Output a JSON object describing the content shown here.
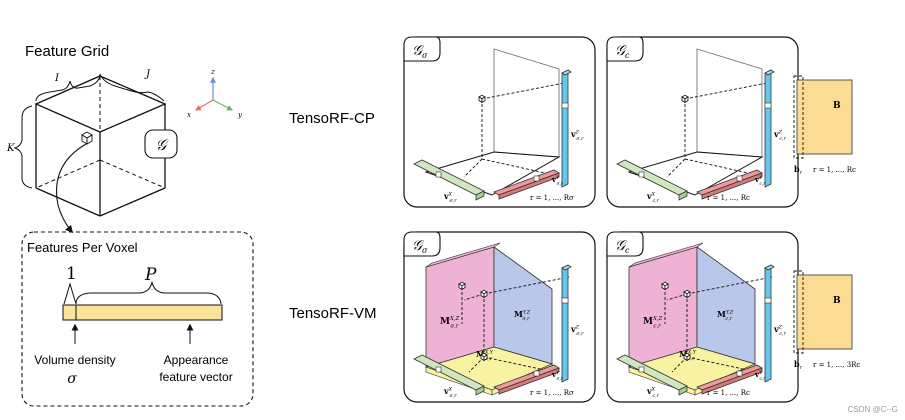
{
  "feature_grid": {
    "title": "Feature Grid",
    "dim_i": "I",
    "dim_j": "J",
    "dim_k": "K",
    "grid_symbol": "𝒢",
    "axes": {
      "z": "z",
      "x": "x",
      "y": "y"
    }
  },
  "voxel_panel": {
    "title": "Features Per Voxel",
    "label_one": "1",
    "label_p": "P",
    "density_label": "Volume density",
    "density_symbol": "σ",
    "appearance_label_1": "Appearance",
    "appearance_label_2": "feature vector"
  },
  "rows": {
    "cp": "TensoRF-CP",
    "vm": "TensoRF-VM"
  },
  "panels": {
    "cp_sigma": {
      "symbol": "𝒢",
      "sub": "σ",
      "vec_z": "v",
      "vec_z_sup": "Z",
      "vec_z_sub": "σ,r",
      "vec_x": "v",
      "vec_x_sup": "X",
      "vec_x_sub": "σ,r",
      "vec_y": "v",
      "vec_y_sup": "Y",
      "vec_y_sub": "σ,r",
      "range": "r = 1, ..., Rσ"
    },
    "cp_c": {
      "symbol": "𝒢",
      "sub": "c",
      "vec_z": "v",
      "vec_z_sup": "Z",
      "vec_z_sub": "c,r",
      "vec_x": "v",
      "vec_x_sup": "X",
      "vec_x_sub": "c,r",
      "vec_y": "v",
      "vec_y_sup": "Y",
      "vec_y_sub": "c,r",
      "range": "r = 1, ..., Rc",
      "matrix": "B",
      "b_label": "b",
      "b_sub": "r",
      "b_range": "r = 1, ..., Rc"
    },
    "vm_sigma": {
      "symbol": "𝒢",
      "sub": "σ",
      "mat_xz": "M",
      "mat_xz_sup": "X,Z",
      "mat_xz_sub": "σ,r",
      "mat_yz": "M",
      "mat_yz_sup": "Y,Z",
      "mat_yz_sub": "σ,r",
      "mat_xy": "M",
      "mat_xy_sup": "X,Y",
      "mat_xy_sub": "σ,r",
      "vec_z": "v",
      "vec_z_sup": "Z",
      "vec_z_sub": "σ,r",
      "vec_x": "v",
      "vec_x_sup": "X",
      "vec_x_sub": "σ,r",
      "vec_y": "v",
      "vec_y_sup": "Y",
      "vec_y_sub": "σ,r",
      "range": "r = 1, ..., Rσ"
    },
    "vm_c": {
      "symbol": "𝒢",
      "sub": "c",
      "mat_xz": "M",
      "mat_xz_sup": "X,Z",
      "mat_xz_sub": "c,r",
      "mat_yz": "M",
      "mat_yz_sup": "Y,Z",
      "mat_yz_sub": "c,r",
      "mat_xy": "M",
      "mat_xy_sup": "X,Y",
      "mat_xy_sub": "c,r",
      "vec_z": "v",
      "vec_z_sup": "Z",
      "vec_z_sub": "c,r",
      "vec_x": "v",
      "vec_x_sup": "X",
      "vec_x_sub": "c,r",
      "vec_y": "v",
      "vec_y_sup": "Y",
      "vec_y_sub": "c,r",
      "range": "r = 1, ..., Rc",
      "matrix": "B",
      "b_label": "b",
      "b_sub": "r",
      "b_range": "r = 1, ..., 3Rc"
    }
  },
  "watermark": "CSDN @C--G",
  "colors": {
    "green": "#cfe6bf",
    "red": "#ef9a9a",
    "blue": "#64c8ec",
    "pink": "#eeb3d4",
    "lavender": "#b9c7ea",
    "yellow": "#f7f3a2",
    "orange": "#fbdc92",
    "voxel_bar": "#fbe39c"
  }
}
